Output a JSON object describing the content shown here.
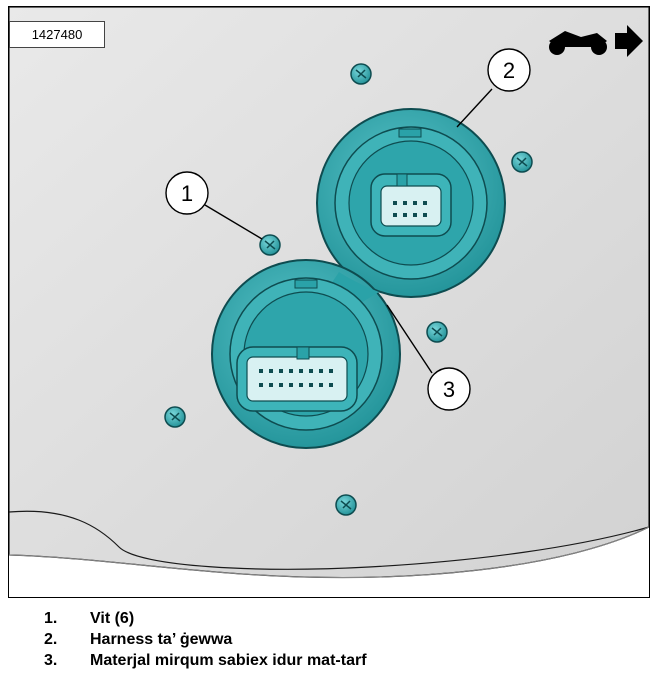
{
  "figure": {
    "id_label": "1427480",
    "icon": "motorcycle-forward-arrow-icon",
    "callouts": [
      {
        "number": "1"
      },
      {
        "number": "2"
      },
      {
        "number": "3"
      }
    ],
    "colors": {
      "panel": "#dcdcdc",
      "connector": "#2aa2a8",
      "connector_dark": "#126f74",
      "outline": "#1a1a1a"
    }
  },
  "legend": [
    {
      "number": "1.",
      "text": "Vit (6)"
    },
    {
      "number": "2.",
      "text": "Harness ta’ ġewwa"
    },
    {
      "number": "3.",
      "text": "Materjal mirqum sabiex idur mat-tarf"
    }
  ]
}
